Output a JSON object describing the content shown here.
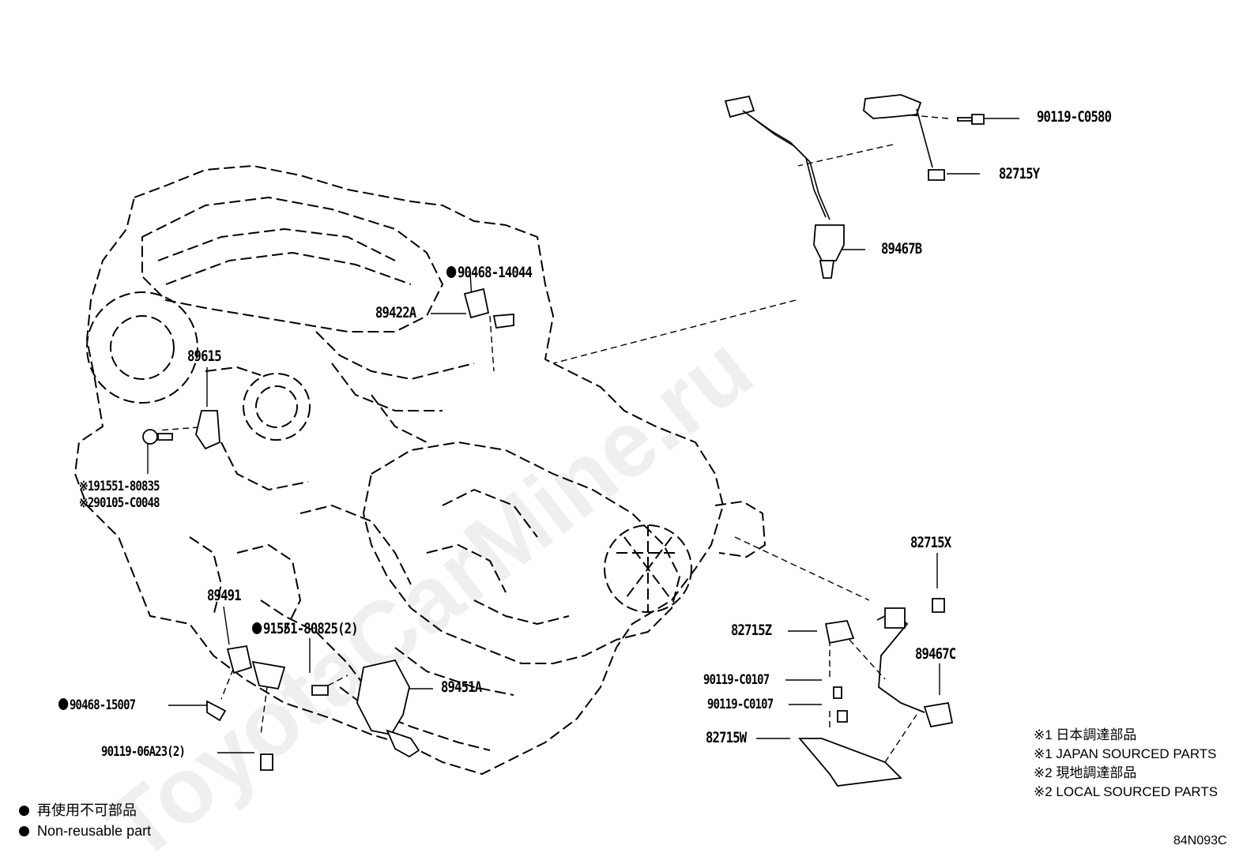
{
  "watermark": "ToyotaCarMine.ru",
  "parts": {
    "p_90119_C0580": "90119-C0580",
    "p_82715Y": "82715Y",
    "p_89467B": "89467B",
    "p_90468_14044": "90468-14044",
    "p_89422A": "89422A",
    "p_89615": "89615",
    "p_91551_80835": "91551-80835",
    "p_90105_C0048": "90105-C0048",
    "p_89491": "89491",
    "p_91551_80825": "91551-80825(2)",
    "p_89451A": "89451A",
    "p_90468_15007": "90468-15007",
    "p_90119_06A23": "90119-06A23(2)",
    "p_82715X": "82715X",
    "p_82715Z": "82715Z",
    "p_89467C": "89467C",
    "p_90119_C0107_a": "90119-C0107",
    "p_90119_C0107_b": "90119-C0107",
    "p_82715W": "82715W"
  },
  "marks": {
    "note1": "※1",
    "note2": "※2"
  },
  "notes": {
    "n1_jp": "※1 日本調達部品",
    "n1_en": "※1 JAPAN SOURCED PARTS",
    "n2_jp": "※2 現地調達部品",
    "n2_en": "※2 LOCAL SOURCED PARTS"
  },
  "legend": {
    "jp": "再使用不可部品",
    "en": "Non-reusable part"
  },
  "diagram_code": "84N093C"
}
